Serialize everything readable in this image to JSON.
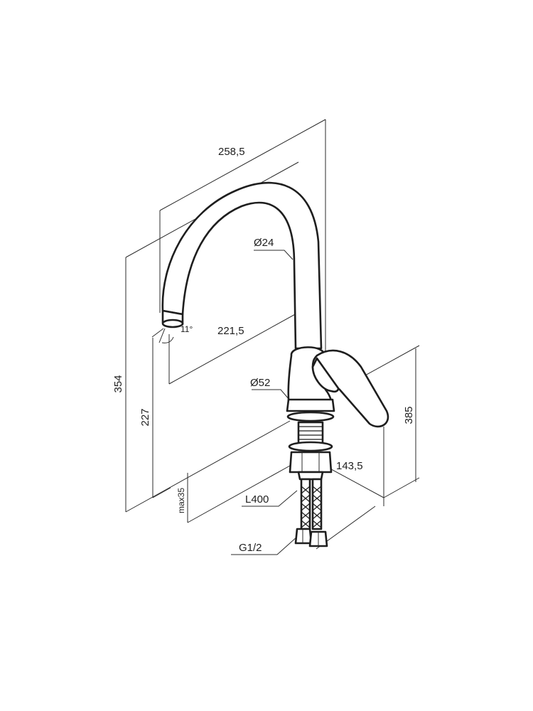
{
  "dimensions": {
    "spout_reach": "258,5",
    "spout_diameter": "Ø24",
    "spout_angle": "11°",
    "spout_offset": "221,5",
    "base_diameter": "Ø52",
    "total_height": "354",
    "outlet_height": "227",
    "max_counter_thickness": "max35",
    "overall_height": "385",
    "handle_depth": "143,5",
    "hose_length": "L400",
    "connection_thread": "G1/2"
  },
  "colors": {
    "line": "#1e1e1e",
    "background": "#ffffff"
  }
}
